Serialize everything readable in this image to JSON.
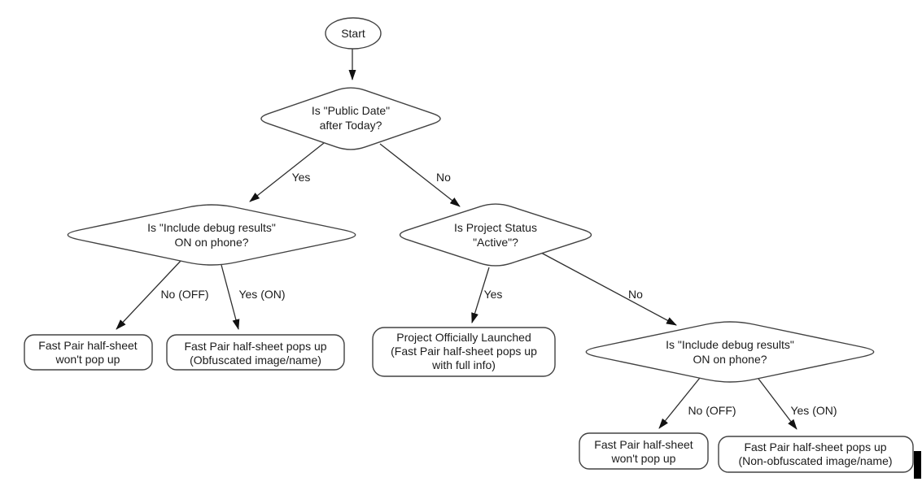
{
  "colors": {
    "background": "#ffffff",
    "shape_fill": "#ffffff",
    "shape_stroke": "#424242",
    "connector": "#2e2e2e",
    "text": "#1b1b1b",
    "caret": "#000000"
  },
  "nodes": {
    "start": {
      "type": "terminator",
      "label": "Start"
    },
    "decision_public_date": {
      "type": "decision",
      "lines": [
        "Is \"Public Date\"",
        "after Today?"
      ]
    },
    "decision_debug_left": {
      "type": "decision",
      "lines": [
        "Is \"Include debug results\"",
        "ON on phone?"
      ]
    },
    "decision_project_status": {
      "type": "decision",
      "lines": [
        "Is Project Status",
        "\"Active\"?"
      ]
    },
    "decision_debug_right": {
      "type": "decision",
      "lines": [
        "Is \"Include debug results\"",
        "ON on phone?"
      ]
    },
    "result_no_popup_left": {
      "type": "process",
      "lines": [
        "Fast Pair half-sheet",
        "won't pop up"
      ]
    },
    "result_obfuscated": {
      "type": "process",
      "lines": [
        "Fast Pair half-sheet pops up",
        "(Obfuscated image/name)"
      ]
    },
    "result_launched": {
      "type": "process",
      "lines": [
        "Project Officially Launched",
        "(Fast Pair half-sheet pops up",
        "with full info)"
      ]
    },
    "result_no_popup_right": {
      "type": "process",
      "lines": [
        "Fast Pair half-sheet",
        "won't pop up"
      ]
    },
    "result_non_obfuscated": {
      "type": "process",
      "lines": [
        "Fast Pair half-sheet pops up",
        "(Non-obfuscated image/name)"
      ]
    }
  },
  "edge_labels": {
    "public_date_yes": "Yes",
    "public_date_no": "No",
    "debug_left_no": "No (OFF)",
    "debug_left_yes": "Yes (ON)",
    "project_status_yes": "Yes",
    "project_status_no": "No",
    "debug_right_no": "No (OFF)",
    "debug_right_yes": "Yes (ON)"
  }
}
